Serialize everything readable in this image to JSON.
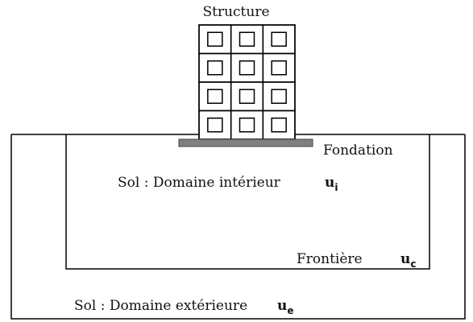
{
  "labels": {
    "structure": "Structure",
    "fondation": "Fondation",
    "interior": "Sol : Domaine intérieur",
    "frontier": "Frontière",
    "exterior": "Sol : Domaine extérieure"
  },
  "variables": {
    "interior": {
      "symbol": "u",
      "subscript": "i"
    },
    "frontier": {
      "symbol": "u",
      "subscript": "c"
    },
    "exterior": {
      "symbol": "u",
      "subscript": "e"
    }
  },
  "building": {
    "columns": 3,
    "floors": 4
  },
  "colors": {
    "line": "#000000",
    "foundation": "#808080",
    "text": "#111111"
  }
}
